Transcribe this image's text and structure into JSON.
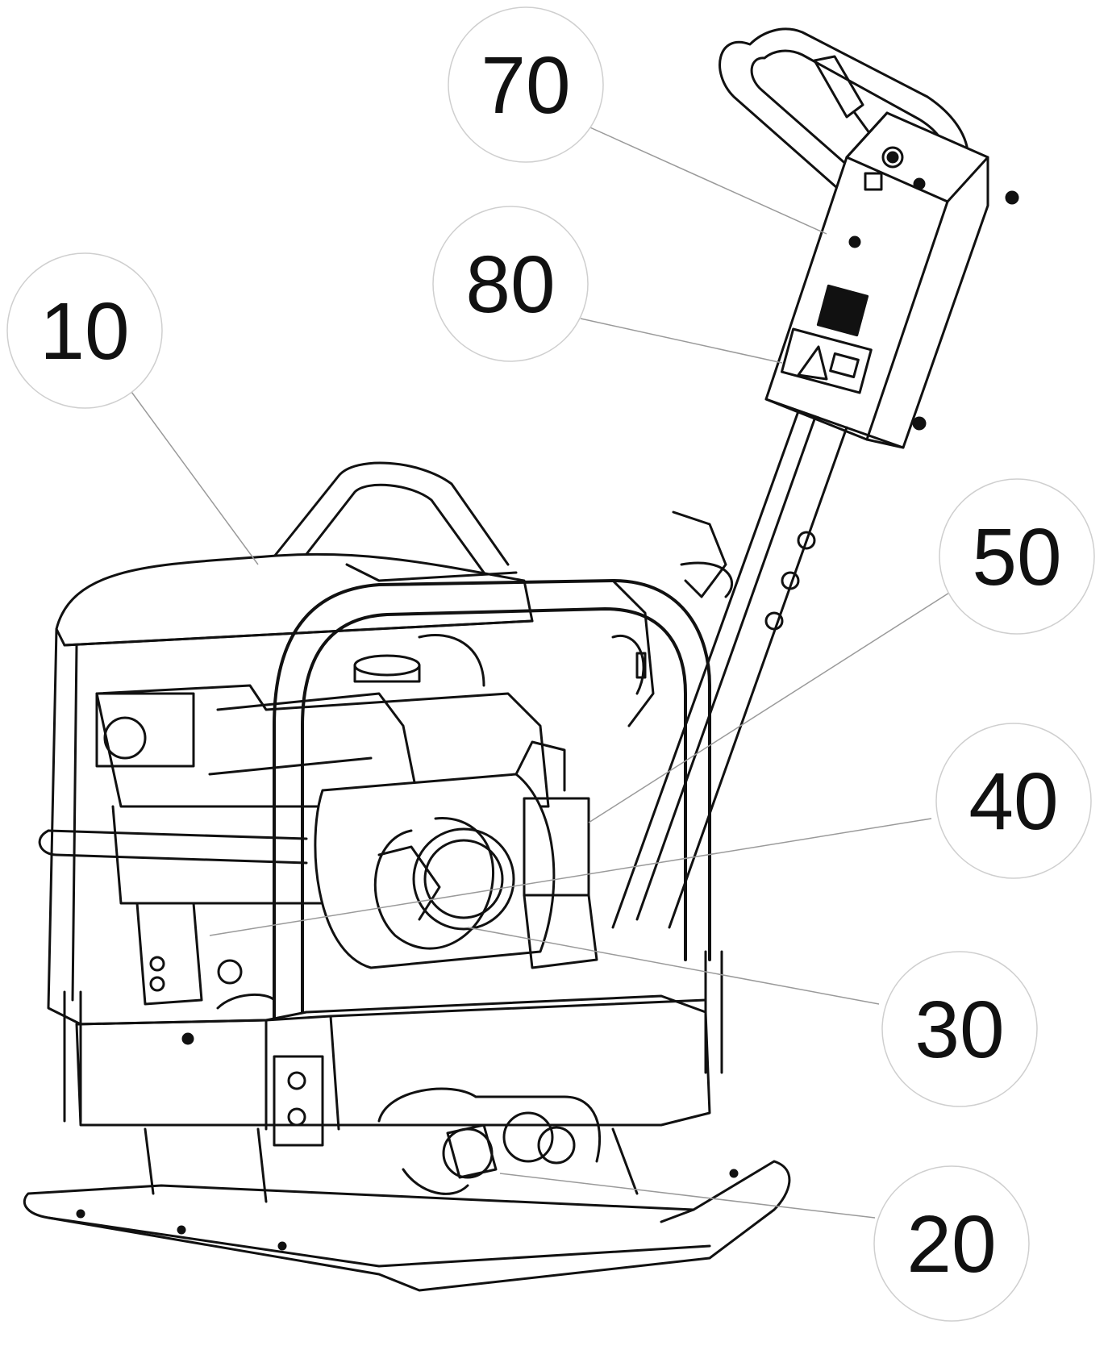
{
  "diagram": {
    "callouts": [
      {
        "id": "c10",
        "label": "10"
      },
      {
        "id": "c20",
        "label": "20"
      },
      {
        "id": "c30",
        "label": "30"
      },
      {
        "id": "c40",
        "label": "40"
      },
      {
        "id": "c50",
        "label": "50"
      },
      {
        "id": "c70",
        "label": "70"
      },
      {
        "id": "c80",
        "label": "80"
      }
    ]
  }
}
